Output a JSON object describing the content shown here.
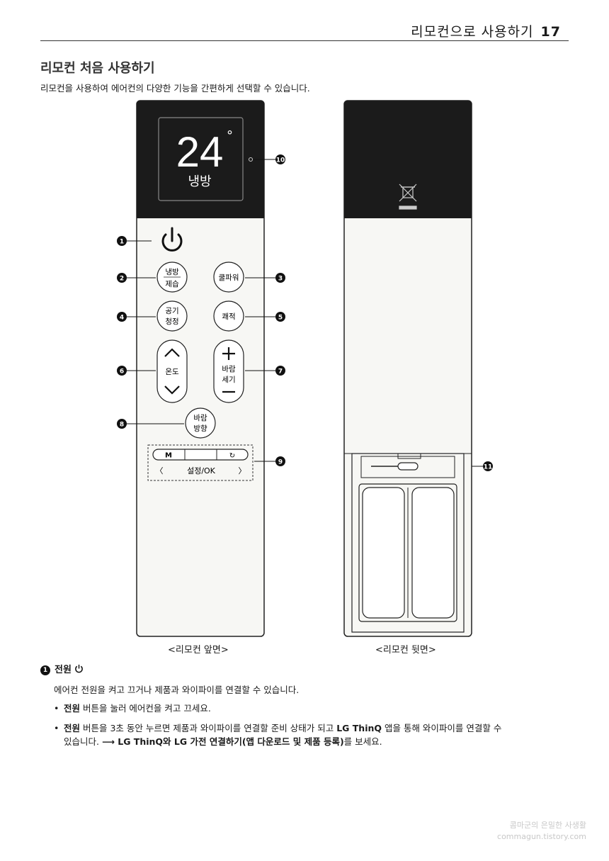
{
  "header": {
    "chapter": "리모컨으로 사용하기",
    "page": "17"
  },
  "section": {
    "title": "리모컨 처음 사용하기",
    "desc": "리모컨을 사용하여 에어컨의 다양한 기능을 간편하게 선택할 수 있습니다."
  },
  "front": {
    "display_temp": "24",
    "display_degree": "°",
    "display_mode": "냉방",
    "buttons": {
      "cool_dehumid_1": "냉방",
      "cool_dehumid_2": "제습",
      "cool_power": "쿨파워",
      "air_clean_1": "공기",
      "air_clean_2": "청정",
      "comfort": "쾌적",
      "temp": "온도",
      "wind_strength_1": "바람",
      "wind_strength_2": "세기",
      "wind_dir_1": "바람",
      "wind_dir_2": "방향",
      "m": "M",
      "left": "〈",
      "right": "〉",
      "setting_ok": "설정/OK"
    },
    "caption": "<리모컨 앞면>"
  },
  "back": {
    "caption": "<리모컨 뒷면>"
  },
  "callouts": [
    "1",
    "2",
    "3",
    "4",
    "5",
    "6",
    "7",
    "8",
    "9",
    "10",
    "11"
  ],
  "item1": {
    "number": "1",
    "title": "전원",
    "icon": "power-icon",
    "desc": "에어컨 전원을 켜고 끄거나 제품과 와이파이를 연결할 수 있습니다.",
    "bullets": [
      {
        "bold": "전원",
        "text": " 버튼을 눌러 에어컨을 켜고 끄세요."
      },
      {
        "bold": "전원",
        "text": " 버튼을 3초 동안 누르면 제품과 와이파이를 연결할 준비 상태가 되고 ",
        "bold2": "LG ThinQ",
        "text2": " 앱을 통해 와이파이를 연결할 수",
        "line2": "있습니다. ",
        "arrow": "⟶ LG ThinQ와 LG 가전 연결하기(앱 다운로드 및 제품 등록)",
        "tail": "를 보세요."
      }
    ]
  },
  "watermark": {
    "line1": "콤마군의 은밀한 사생활",
    "line2": "commagun.tistory.com"
  }
}
